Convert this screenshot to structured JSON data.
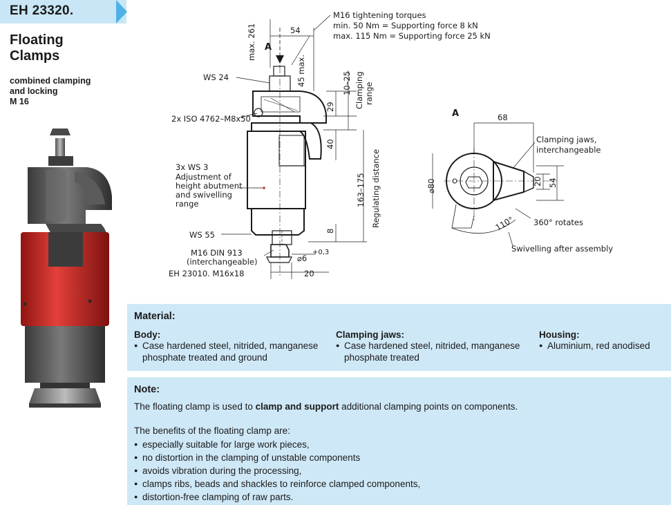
{
  "header": {
    "code": "EH 23320.",
    "title_line1": "Floating",
    "title_line2": "Clamps",
    "subtitle_line1": "combined clamping",
    "subtitle_line2": "and locking",
    "subtitle_line3": "M 16"
  },
  "drawing": {
    "torque_title": "M16 tightening torques",
    "torque_min": "min. 50 Nm = Supporting force 8 kN",
    "torque_max": "max. 115 Nm = Supporting force 25 kN",
    "max261": "max. 261",
    "view_a_arrow": "A",
    "dim54_top": "54",
    "max45": "45 max.",
    "ws24": "WS 24",
    "screws": "2x ISO 4762–M8x50",
    "adj1": "3x WS 3",
    "adj2": "Adjustment of",
    "adj3": "height abutment",
    "adj4": "and swivelling",
    "adj5": "range",
    "ws55": "WS 55",
    "m16din1": "M16 DIN 913",
    "m16din2": "(interchangeable)",
    "eh23010": "EH 23010.   M16x18",
    "dim29": "29",
    "dim40": "40",
    "dim10_25": "10–25",
    "clamping_range1": "Clamping",
    "clamping_range2": "range",
    "dim163": "163–175",
    "regulating": "Regulating distance",
    "dim8": "8",
    "dim_d6": "⌀6",
    "dim_tol": "+0,3",
    "dim20_bottom": "20",
    "view_a_label": "A",
    "dim68": "68",
    "jaws1": "Clamping jaws,",
    "jaws2": "interchangeable",
    "dim_d80": "⌀80",
    "dim20_right": "20",
    "dim54_right": "54",
    "dim110": "110°",
    "rotates": "360° rotates",
    "swivel": "Swivelling after assembly"
  },
  "material": {
    "heading": "Material:",
    "body_heading": "Body:",
    "body_text1": "Case hardened steel, nitrided, manganese",
    "body_text2": "phosphate treated and ground",
    "jaws_heading": "Clamping jaws:",
    "jaws_text1": "Case hardened steel, nitrided, manganese",
    "jaws_text2": "phosphate treated",
    "housing_heading": "Housing:",
    "housing_text": "Aluminium, red anodised"
  },
  "note": {
    "heading": "Note:",
    "line_pre": "The floating clamp is used to ",
    "line_bold": "clamp and support",
    "line_post": " additional clamping points on components.",
    "benefits_intro": "The benefits of the floating clamp are:",
    "benefits": [
      "especially suitable for large work pieces,",
      "no distortion in the clamping of unstable components",
      "avoids vibration during the processing,",
      "clamps ribs, beads and shackles to reinforce clamped components,",
      "distortion-free clamping of raw parts."
    ]
  },
  "colors": {
    "header_bg": "#c9e6f6",
    "arrow": "#4fb2e6",
    "panel_bg": "#cfe8f7",
    "housing_red": "#d8302c"
  }
}
